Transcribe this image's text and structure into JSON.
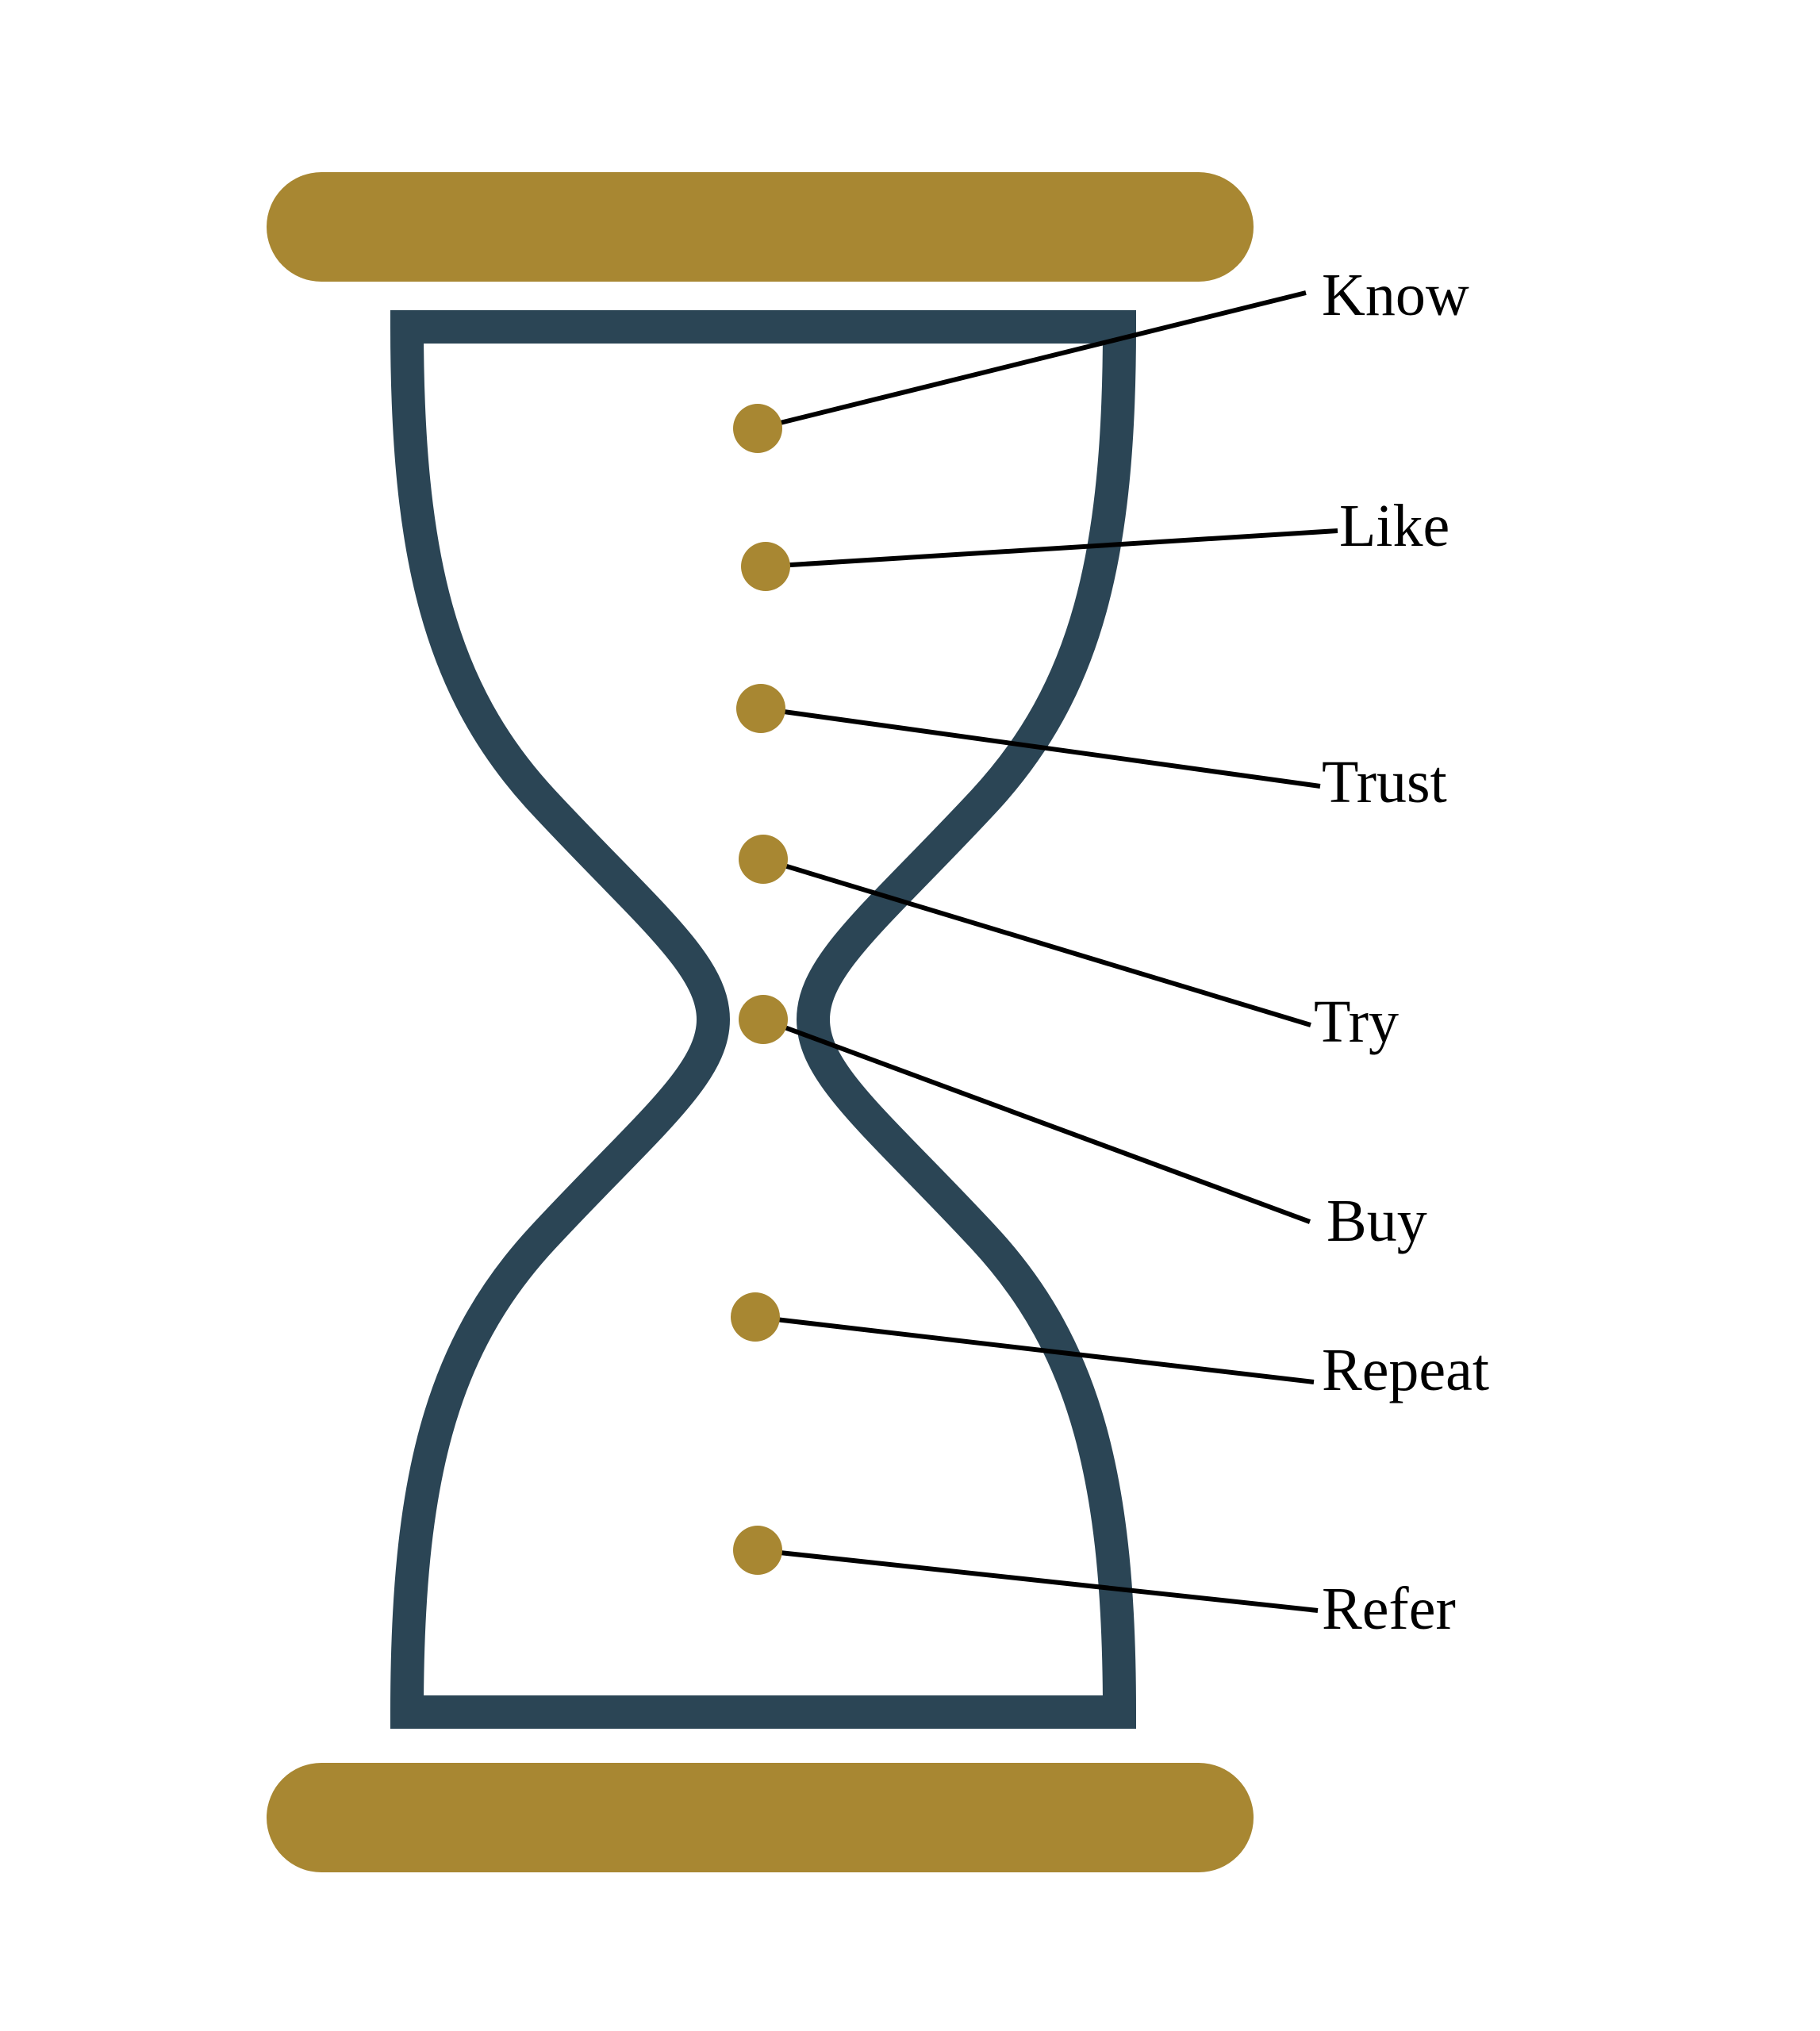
{
  "colors": {
    "frame": "#2b4555",
    "gold": "#a88732",
    "leader_line": "#000000",
    "background": "#ffffff"
  },
  "stages": [
    {
      "id": "know",
      "label": "Know"
    },
    {
      "id": "like",
      "label": "Like"
    },
    {
      "id": "trust",
      "label": "Trust"
    },
    {
      "id": "try",
      "label": "Try"
    },
    {
      "id": "buy",
      "label": "Buy"
    },
    {
      "id": "repeat",
      "label": "Repeat"
    },
    {
      "id": "refer",
      "label": "Refer"
    }
  ]
}
